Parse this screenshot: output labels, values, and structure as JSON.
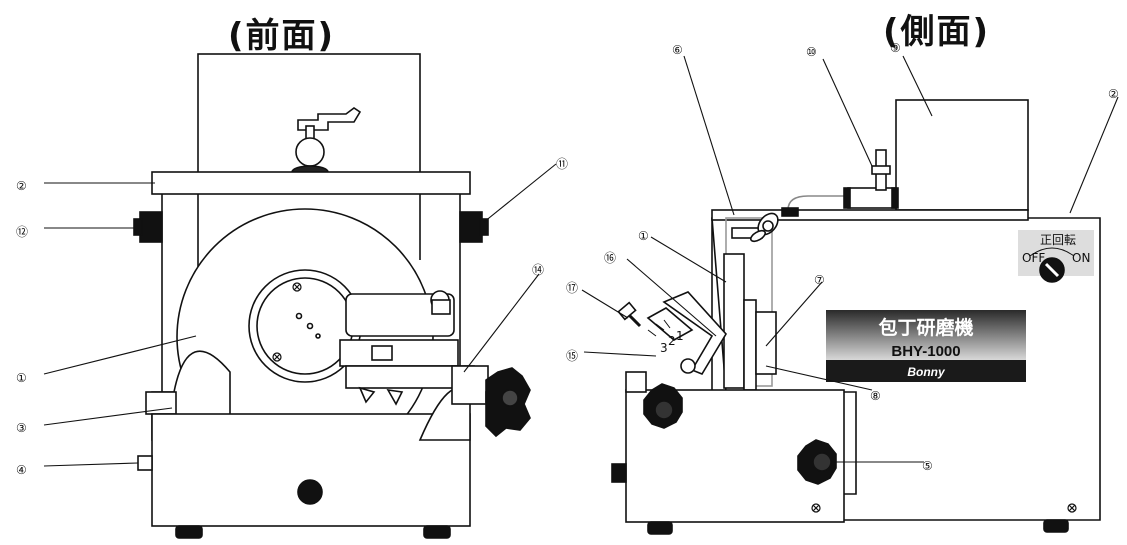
{
  "titles": {
    "front": "(前面)",
    "side": "(側面)"
  },
  "callouts": {
    "c1": "①",
    "c2": "②",
    "c3": "③",
    "c4": "④",
    "c5": "⑤",
    "c6": "⑥",
    "c7": "⑦",
    "c8": "⑧",
    "c9": "⑨",
    "c10": "⑩",
    "c11": "⑪",
    "c12": "⑫",
    "c14": "⑭",
    "c15": "⑮",
    "c16": "⑯",
    "c17": "⑰"
  },
  "switch_panel": {
    "label": "正回転",
    "off": "OFF",
    "on": "ON"
  },
  "badge": {
    "name": "包丁研磨機",
    "model": "BHY-1000",
    "brand": "Bonny"
  },
  "angle_scale": {
    "marks": [
      "3",
      "2",
      "1"
    ]
  },
  "colors": {
    "ink": "#111111",
    "badge_dark": "#1a1a1a",
    "badge_grad_top": "#2a2a2a",
    "badge_grad_bottom": "#cfcfcf"
  }
}
